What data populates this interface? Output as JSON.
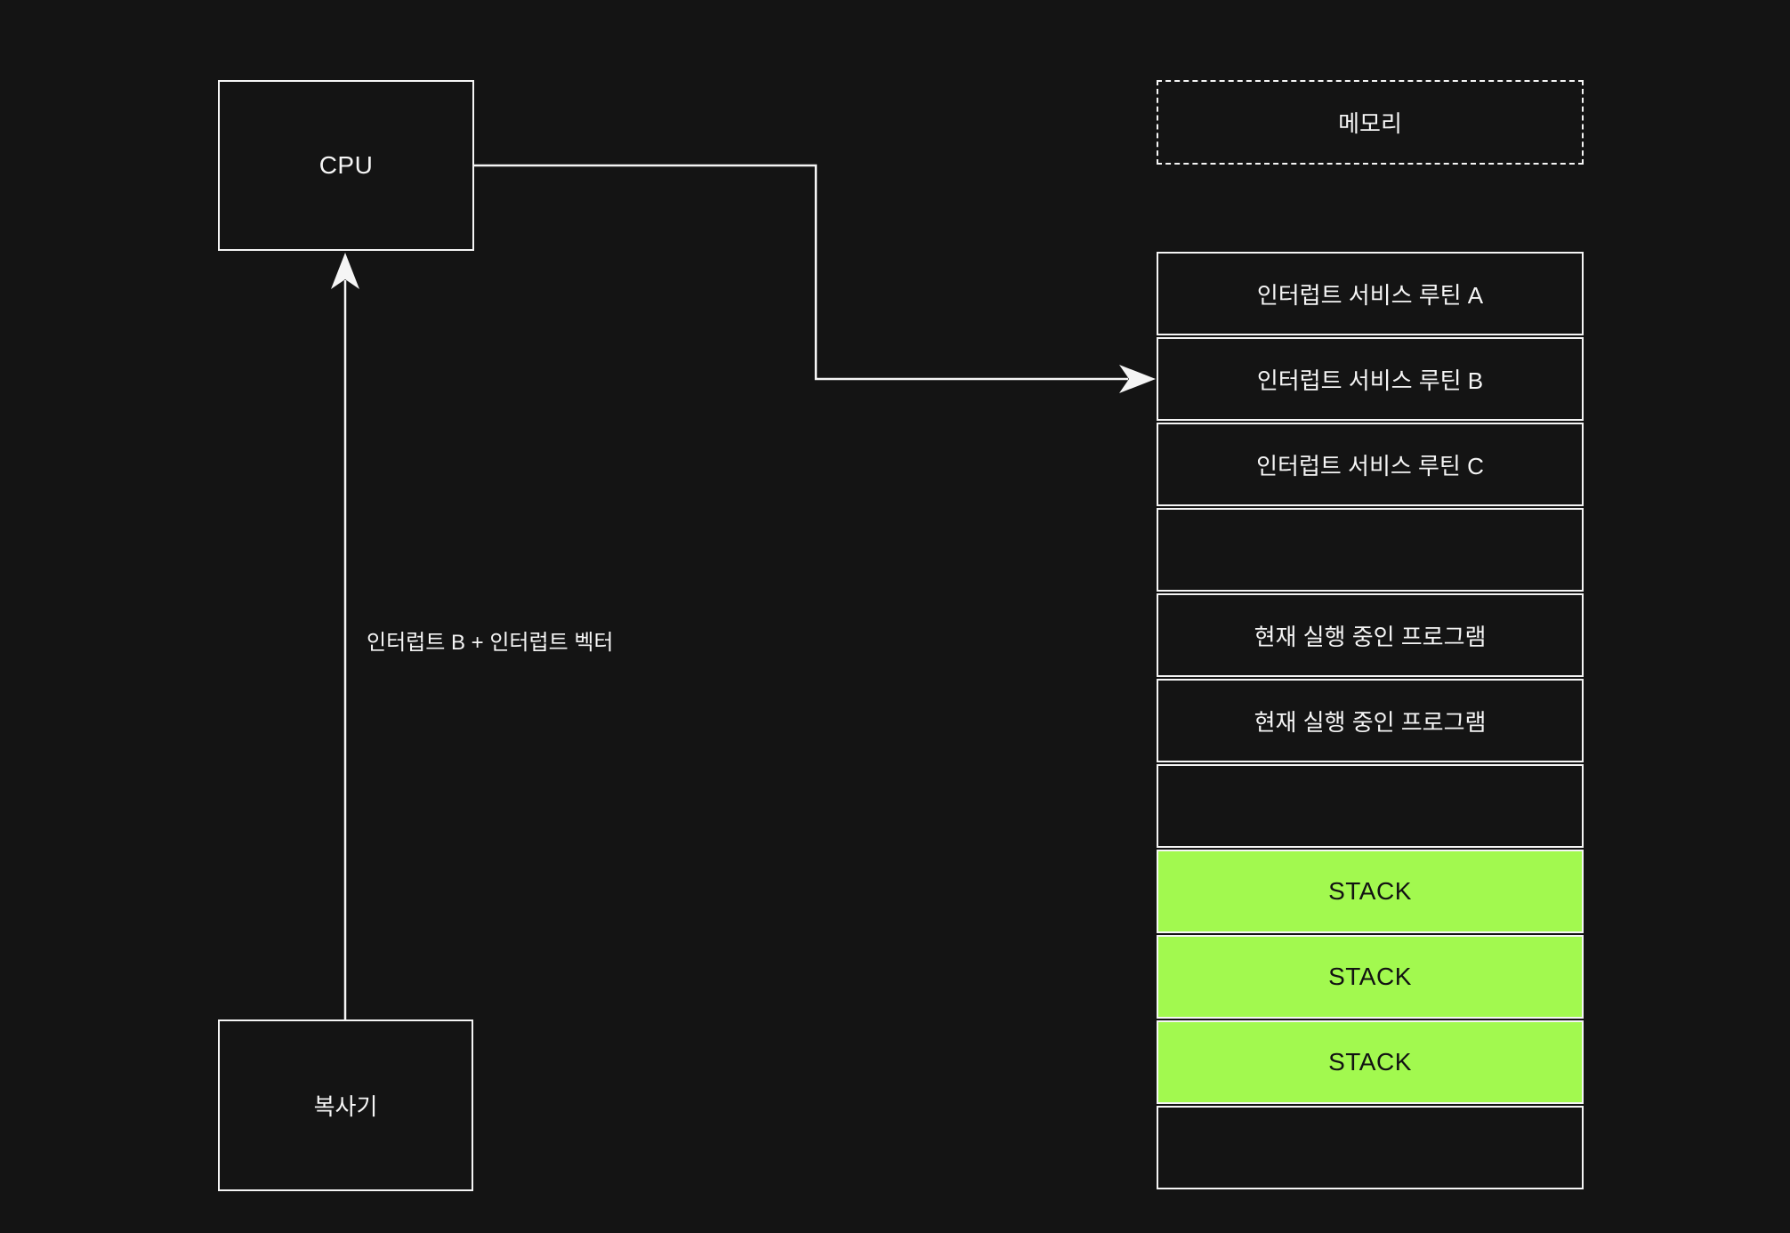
{
  "canvas": {
    "background_color": "#141414",
    "line_color": "#f5f5f5",
    "stack_color": "#a2f94f"
  },
  "cpu": {
    "label": "CPU"
  },
  "copier": {
    "label": "복사기"
  },
  "memory": {
    "title": "메모리",
    "rows": [
      {
        "label": "인터럽트 서비스 루틴 A",
        "type": "isr"
      },
      {
        "label": "인터럽트 서비스 루틴 B",
        "type": "isr"
      },
      {
        "label": "인터럽트 서비스 루틴 C",
        "type": "isr"
      },
      {
        "label": "",
        "type": "empty"
      },
      {
        "label": "현재 실행 중인 프로그램",
        "type": "program"
      },
      {
        "label": "현재 실행 중인 프로그램",
        "type": "program"
      },
      {
        "label": "",
        "type": "empty"
      },
      {
        "label": "STACK",
        "type": "stack"
      },
      {
        "label": "STACK",
        "type": "stack"
      },
      {
        "label": "STACK",
        "type": "stack"
      },
      {
        "label": "",
        "type": "empty"
      }
    ]
  },
  "arrows": {
    "interrupt_label": "인터럽트 B + 인터럽트 벡터"
  }
}
